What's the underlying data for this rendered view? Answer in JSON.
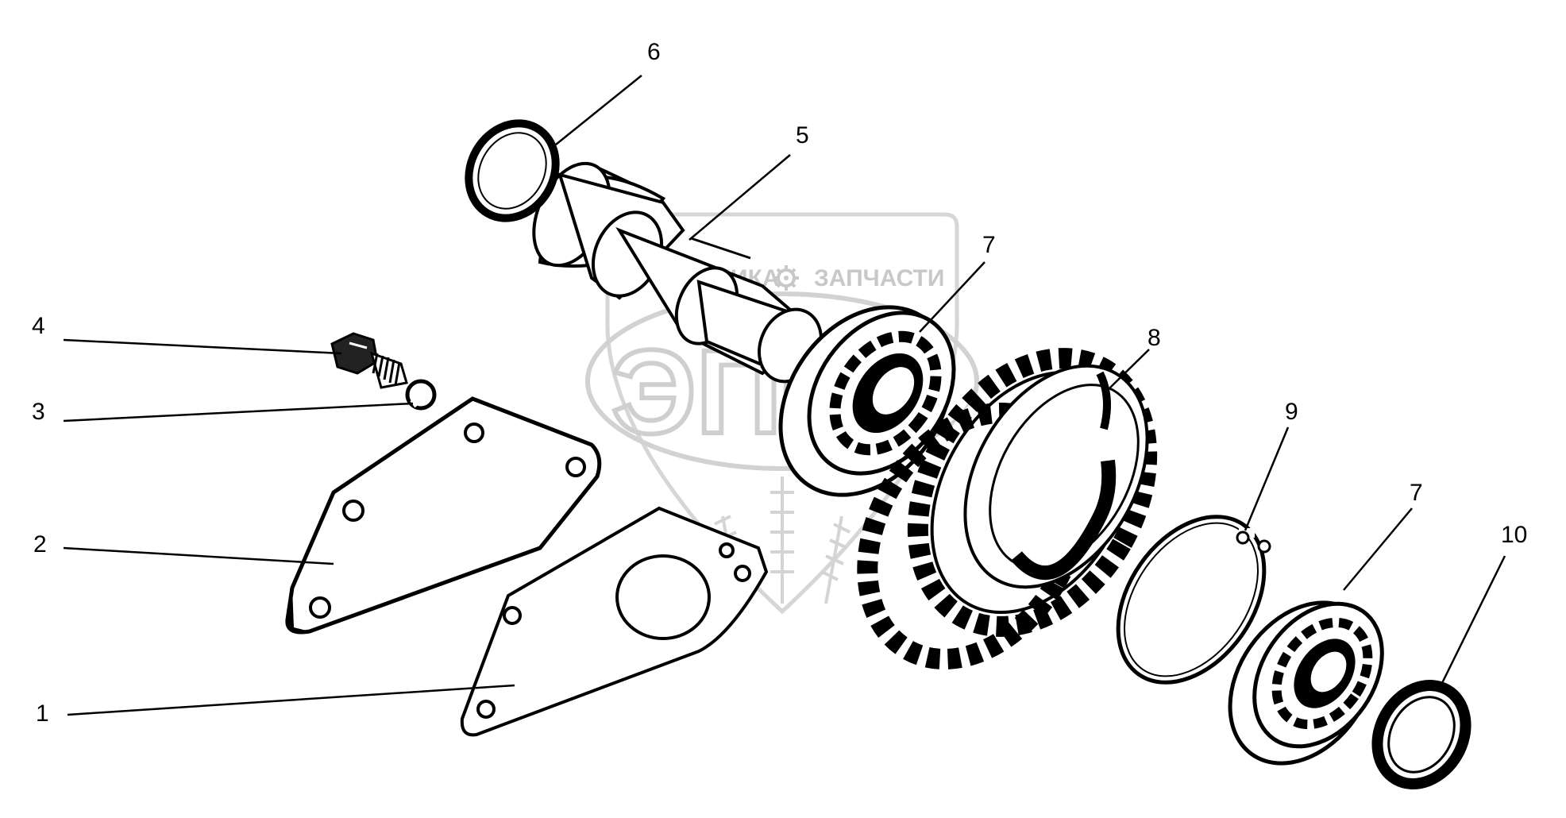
{
  "watermark": {
    "left_word": "ТЕХНИКА",
    "right_word": "ЗАПЧАСТИ",
    "monogram": "ЭПФ",
    "gear_glyph": "gear-icon"
  },
  "callouts": [
    {
      "id": "c1",
      "label": "1"
    },
    {
      "id": "c2",
      "label": "2"
    },
    {
      "id": "c3",
      "label": "3"
    },
    {
      "id": "c4",
      "label": "4"
    },
    {
      "id": "c5",
      "label": "5"
    },
    {
      "id": "c6",
      "label": "6"
    },
    {
      "id": "c7a",
      "label": "7"
    },
    {
      "id": "c7b",
      "label": "7"
    },
    {
      "id": "c8",
      "label": "8"
    },
    {
      "id": "c9",
      "label": "9"
    },
    {
      "id": "c10",
      "label": "10"
    }
  ]
}
